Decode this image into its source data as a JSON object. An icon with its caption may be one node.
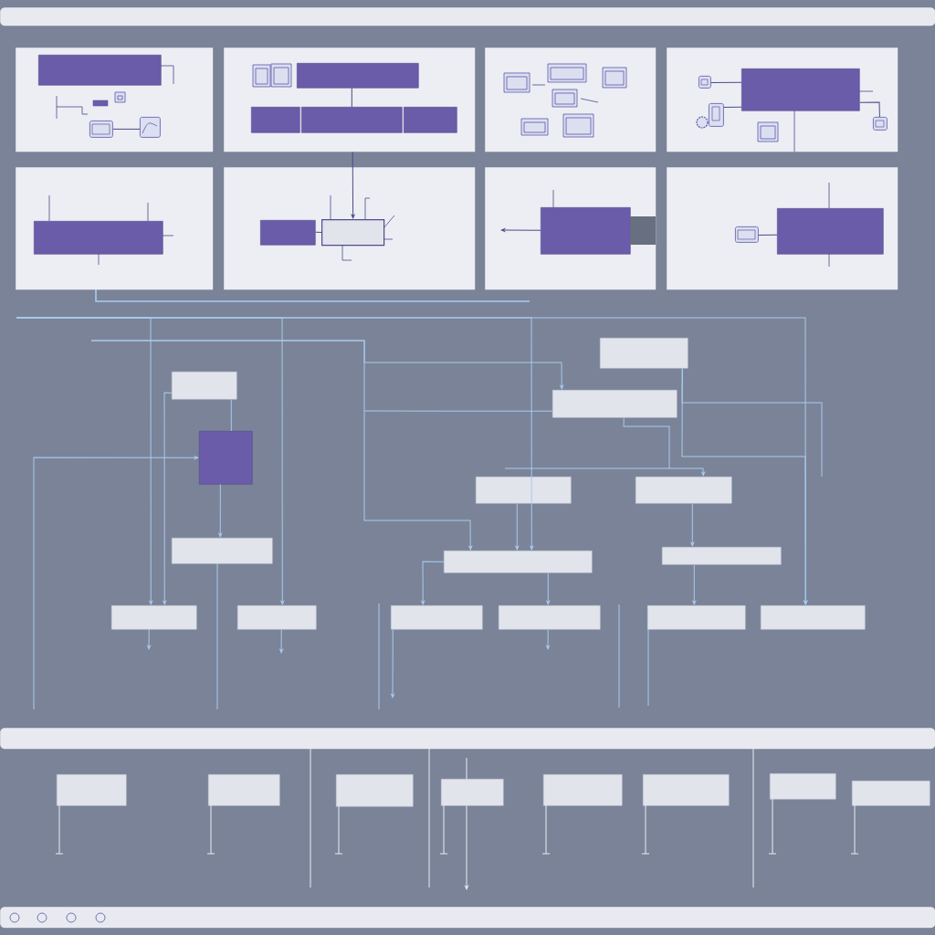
{
  "diagram": {
    "nodes": [
      {
        "text": [],
        "shape": "box"
      },
      {
        "text": [],
        "shape": "box",
        "in": 0
      },
      {
        "text": [],
        "shape": "box"
      },
      {
        "text": [],
        "shape": "box",
        "in": 2
      },
      {
        "text": [],
        "shape": "box",
        "in": 2
      },
      {
        "text": [],
        "shape": "box",
        "in": 2
      },
      {
        "text": [],
        "shape": "box",
        "in": 2
      },
      {
        "text": [],
        "shape": "box"
      },
      {
        "text": [],
        "shape": "box"
      },
      {
        "text": [],
        "shape": "box",
        "in": 8
      },
      {
        "text": [],
        "shape": "box"
      },
      {
        "text": [],
        "shape": "box",
        "in": 10
      },
      {
        "text": [],
        "shape": "box"
      },
      {
        "text": [],
        "shape": "box",
        "in": 12
      },
      {
        "text": [],
        "shape": "box",
        "in": 12
      },
      {
        "text": [],
        "shape": "box"
      },
      {
        "text": [],
        "shape": "box",
        "in": 15
      },
      {
        "text": [],
        "shape": "box"
      },
      {
        "text": [],
        "shape": "box",
        "in": 17
      },
      {
        "text": [],
        "shape": "box"
      },
      {
        "text": [],
        "shape": "box"
      },
      {
        "text": [],
        "shape": "box"
      },
      {
        "text": [],
        "shape": "box"
      },
      {
        "text": [],
        "shape": "box"
      },
      {
        "text": [],
        "shape": "box"
      },
      {
        "text": [],
        "shape": "box"
      },
      {
        "text": [],
        "shape": "box"
      },
      {
        "text": [],
        "shape": "box"
      },
      {
        "text": [],
        "shape": "box"
      },
      {
        "text": [],
        "shape": "box"
      },
      {
        "text": [],
        "shape": "box"
      },
      {
        "text": [],
        "shape": "box"
      },
      {
        "text": [],
        "shape": "box"
      },
      {
        "text": [],
        "shape": "box"
      },
      {
        "text": [],
        "shape": "box"
      },
      {
        "text": [],
        "shape": "box"
      },
      {
        "text": [],
        "shape": "box"
      },
      {
        "text": [],
        "shape": "box"
      },
      {
        "text": [],
        "shape": "box"
      },
      {
        "text": [],
        "shape": "box"
      },
      {
        "text": [],
        "shape": "box"
      },
      {
        "text": [],
        "shape": "box"
      },
      {
        "text": [],
        "shape": "picture",
        "in": 0
      },
      {
        "text": [],
        "shape": "picture",
        "in": 0
      },
      {
        "text": [],
        "shape": "picture",
        "in": 8
      },
      {
        "text": [],
        "shape": "picture",
        "in": 8
      },
      {
        "text": [],
        "shape": "picture",
        "in": 17
      },
      {
        "text": [],
        "shape": "picture",
        "in": 8
      },
      {
        "text": [],
        "shape": "bar"
      },
      {
        "text": [],
        "shape": "bar"
      },
      {
        "text": [],
        "shape": "bar"
      }
    ],
    "edges": [
      {
        "from": 3,
        "to": 5,
        "arrow": "none",
        "color": "#4f4a86"
      },
      {
        "from": 16,
        "to": null,
        "arrow": "to",
        "color": "#4f4a86"
      },
      {
        "from": 2,
        "to": 14,
        "arrow": "to",
        "color": "#4f4a86"
      },
      {
        "from": 19,
        "to": 20,
        "arrow": "none"
      },
      {
        "from": 20,
        "to": 21,
        "arrow": "to"
      },
      {
        "from": 19,
        "to": 22,
        "arrow": "to"
      },
      {
        "from": null,
        "to": 20,
        "arrow": "to"
      },
      {
        "from": null,
        "to": 22,
        "arrow": "to"
      },
      {
        "from": null,
        "to": 23,
        "arrow": "to"
      },
      {
        "from": null,
        "to": 28,
        "arrow": "to"
      },
      {
        "from": null,
        "to": 33,
        "arrow": "to"
      },
      {
        "from": null,
        "to": 28,
        "arrow": "to"
      },
      {
        "from": null,
        "to": 25,
        "arrow": "to"
      },
      {
        "from": null,
        "to": 25,
        "arrow": "none"
      },
      {
        "from": 25,
        "to": 27,
        "arrow": "to"
      },
      {
        "from": 26,
        "to": 28,
        "arrow": "to"
      },
      {
        "from": 27,
        "to": 29,
        "arrow": "to"
      },
      {
        "from": 29,
        "to": 32,
        "arrow": "to"
      },
      {
        "from": 28,
        "to": 31,
        "arrow": "to"
      },
      {
        "from": 28,
        "to": 30,
        "arrow": "to"
      },
      {
        "from": 24,
        "to": 33,
        "arrow": "to"
      },
      {
        "from": 22,
        "to": null,
        "arrow": "to"
      },
      {
        "from": 23,
        "to": null,
        "arrow": "to"
      },
      {
        "from": 30,
        "to": null,
        "arrow": "to"
      },
      {
        "from": 31,
        "to": null,
        "arrow": "to"
      },
      {
        "from": 42,
        "to": 43,
        "arrow": "none",
        "color": "#4f4a86"
      },
      {
        "from": 44,
        "to": 9,
        "arrow": "none",
        "color": "#4f4a86"
      },
      {
        "from": 45,
        "to": 9,
        "arrow": "none",
        "color": "#4f4a86"
      },
      {
        "from": 9,
        "to": 47,
        "arrow": "none",
        "color": "#4f4a86"
      },
      {
        "from": 46,
        "to": 18,
        "arrow": "none",
        "color": "#4f4a86"
      },
      {
        "from": 13,
        "to": 14,
        "arrow": "none",
        "color": "#4f4a86"
      },
      {
        "from": 24,
        "to": null,
        "arrow": "none"
      }
    ]
  }
}
